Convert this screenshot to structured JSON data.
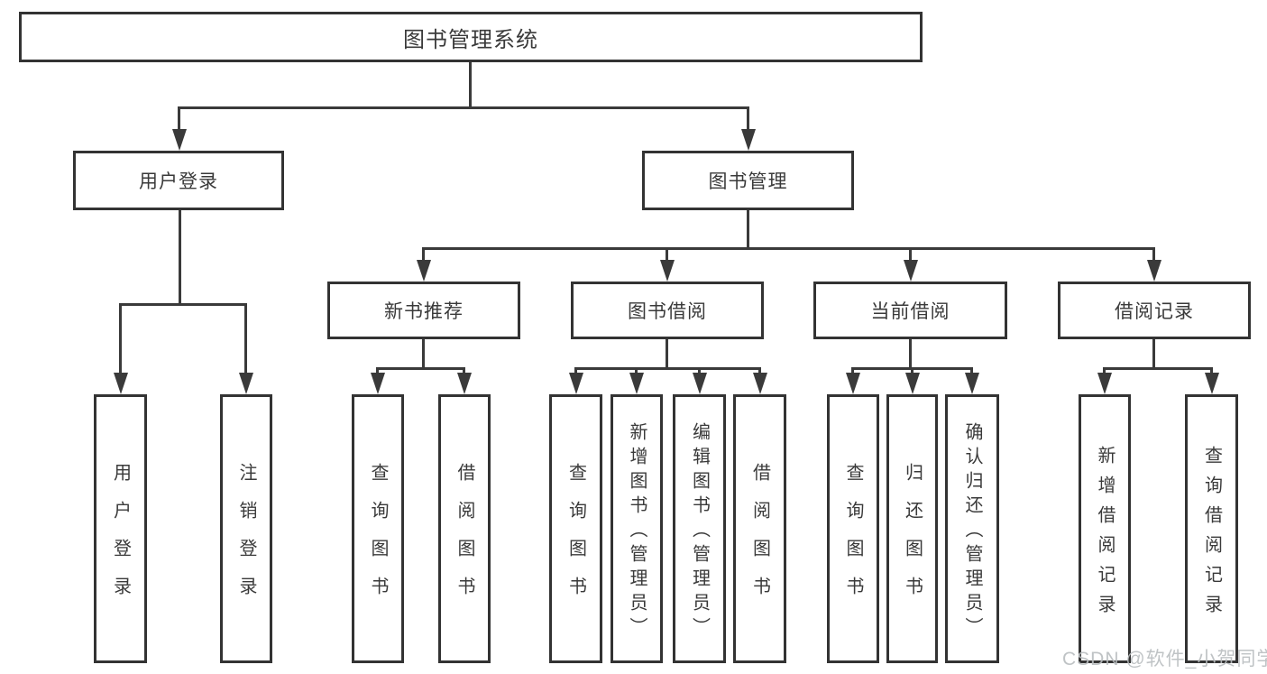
{
  "diagram": {
    "type": "hierarchy-tree",
    "title": "图书管理系统",
    "nodes": {
      "root": {
        "label": "图书管理系统"
      },
      "user_login": {
        "label": "用户登录"
      },
      "book_mgmt": {
        "label": "图书管理"
      },
      "new_book_rec": {
        "label": "新书推荐"
      },
      "book_borrow": {
        "label": "图书借阅"
      },
      "current_borrow": {
        "label": "当前借阅"
      },
      "borrow_records": {
        "label": "借阅记录"
      },
      "leaf_user_login": {
        "label": "用户登录"
      },
      "leaf_logout": {
        "label": "注销登录"
      },
      "leaf_query_book_1": {
        "label": "查询图书"
      },
      "leaf_borrow_book_1": {
        "label": "借阅图书"
      },
      "leaf_query_book_2": {
        "label": "查询图书"
      },
      "leaf_add_book": {
        "label": "新增图书（管理员）"
      },
      "leaf_edit_book": {
        "label": "编辑图书（管理员）"
      },
      "leaf_borrow_book_2": {
        "label": "借阅图书"
      },
      "leaf_query_book_3": {
        "label": "查询图书"
      },
      "leaf_return_book": {
        "label": "归还图书"
      },
      "leaf_confirm_return": {
        "label": "确认归还（管理员）"
      },
      "leaf_add_borrow_record": {
        "label": "新增借阅记录"
      },
      "leaf_query_borrow_record": {
        "label": "查询借阅记录"
      }
    },
    "edges": [
      [
        "图书管理系统",
        "用户登录"
      ],
      [
        "图书管理系统",
        "图书管理"
      ],
      [
        "用户登录",
        "用户登录(叶)"
      ],
      [
        "用户登录",
        "注销登录"
      ],
      [
        "图书管理",
        "新书推荐"
      ],
      [
        "图书管理",
        "图书借阅"
      ],
      [
        "图书管理",
        "当前借阅"
      ],
      [
        "图书管理",
        "借阅记录"
      ],
      [
        "新书推荐",
        "查询图书"
      ],
      [
        "新书推荐",
        "借阅图书"
      ],
      [
        "图书借阅",
        "查询图书"
      ],
      [
        "图书借阅",
        "新增图书（管理员）"
      ],
      [
        "图书借阅",
        "编辑图书（管理员）"
      ],
      [
        "图书借阅",
        "借阅图书"
      ],
      [
        "当前借阅",
        "查询图书"
      ],
      [
        "当前借阅",
        "归还图书"
      ],
      [
        "当前借阅",
        "确认归还（管理员）"
      ],
      [
        "借阅记录",
        "新增借阅记录"
      ],
      [
        "借阅记录",
        "查询借阅记录"
      ]
    ],
    "colors": {
      "line": "#3a3a3a",
      "border": "#333333",
      "text": "#3a3a3a",
      "background": "#ffffff",
      "watermark": "#b8bcbf"
    }
  },
  "watermark": {
    "text": "CSDN @软件_小贺同学"
  }
}
